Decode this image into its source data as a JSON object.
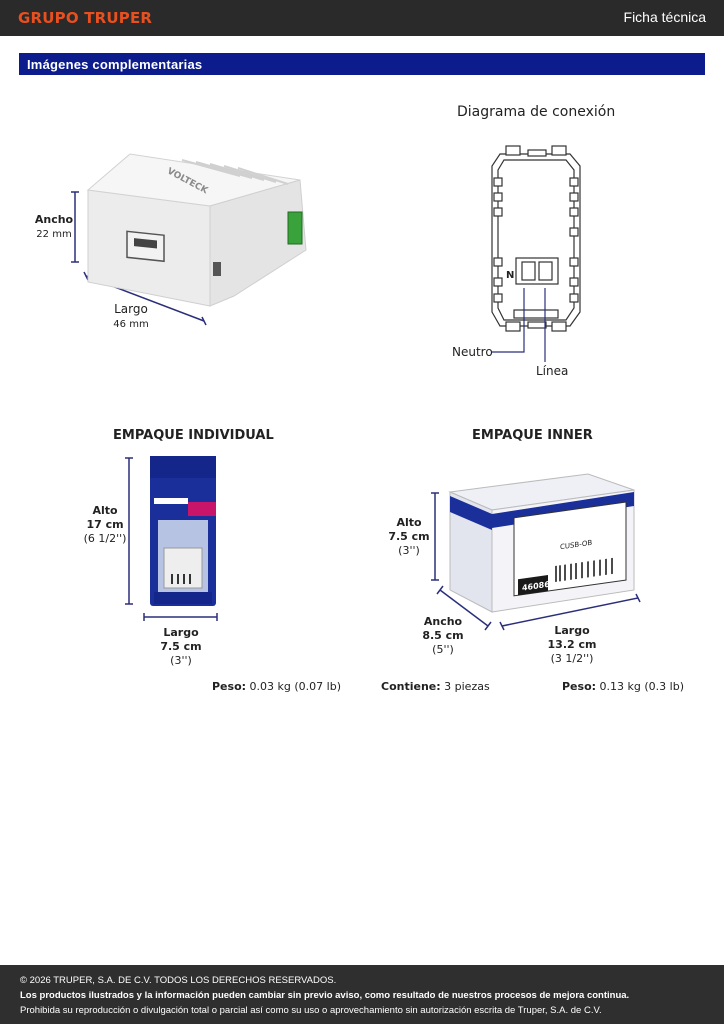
{
  "header": {
    "brand": "GRUPO TRUPER",
    "doc_type": "Ficha técnica"
  },
  "section": {
    "title": "Imágenes complementarias"
  },
  "product": {
    "ancho_label": "Ancho",
    "ancho_value": "22 mm",
    "largo_label": "Largo",
    "largo_value": "46 mm",
    "brand_on_device": "VOLTECK"
  },
  "diagram": {
    "title": "Diagrama de conexión",
    "neutro": "Neutro",
    "linea": "Línea",
    "n_mark": "N"
  },
  "individual": {
    "title": "EMPAQUE INDIVIDUAL",
    "alto_label": "Alto",
    "alto_value": "17 cm",
    "alto_imperial": "(6 1/2'')",
    "largo_label": "Largo",
    "largo_value": "7.5 cm",
    "largo_imperial": "(3'')",
    "peso_label": "Peso:",
    "peso_value": "0.03 kg (0.07 lb)"
  },
  "inner": {
    "title": "EMPAQUE INNER",
    "alto_label": "Alto",
    "alto_value": "7.5 cm",
    "alto_imperial": "(3'')",
    "ancho_label": "Ancho",
    "ancho_value": "8.5 cm",
    "ancho_imperial": "(5'')",
    "largo_label": "Largo",
    "largo_value": "13.2 cm",
    "largo_imperial": "(3 1/2'')",
    "contiene_label": "Contiene:",
    "contiene_value": "3 piezas",
    "peso_label": "Peso:",
    "peso_value": "0.13 kg (0.3 lb)",
    "box_code": "46086",
    "box_model": "CUSB-OB"
  },
  "footer": {
    "copyright": "© 2026 TRUPER, S.A. DE C.V. TODOS LOS DERECHOS RESERVADOS.",
    "notice": "Los productos ilustrados y la información pueden cambiar sin previo aviso, como resultado de nuestros procesos de mejora continua.",
    "prohibition": "Prohibida su reproducción o divulgación total o parcial así como su uso o aprovechamiento sin autorización escrita de Truper, S.A. de C.V."
  },
  "colors": {
    "header_bg": "#2a2a2a",
    "brand": "#e8501f",
    "section_bar": "#0d1c8c",
    "dimension_line": "#2b2f7a",
    "footer_bg": "#2f2f2f"
  }
}
